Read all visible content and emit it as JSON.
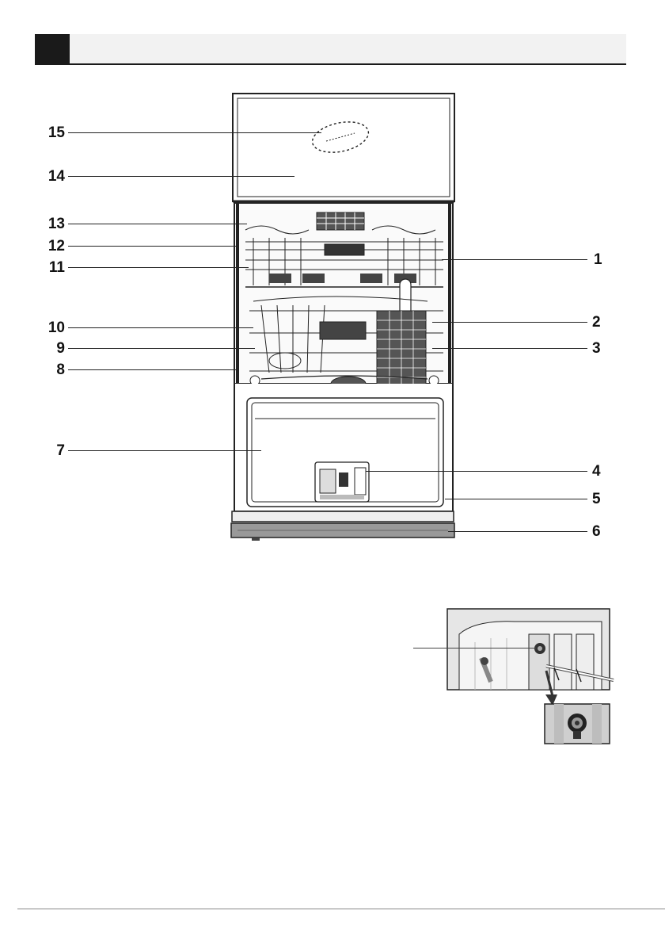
{
  "callouts": {
    "left": [
      "15",
      "14",
      "13",
      "12",
      "11",
      "10",
      "9",
      "8",
      "7"
    ],
    "right": [
      "1",
      "2",
      "3",
      "4",
      "5",
      "6"
    ]
  }
}
